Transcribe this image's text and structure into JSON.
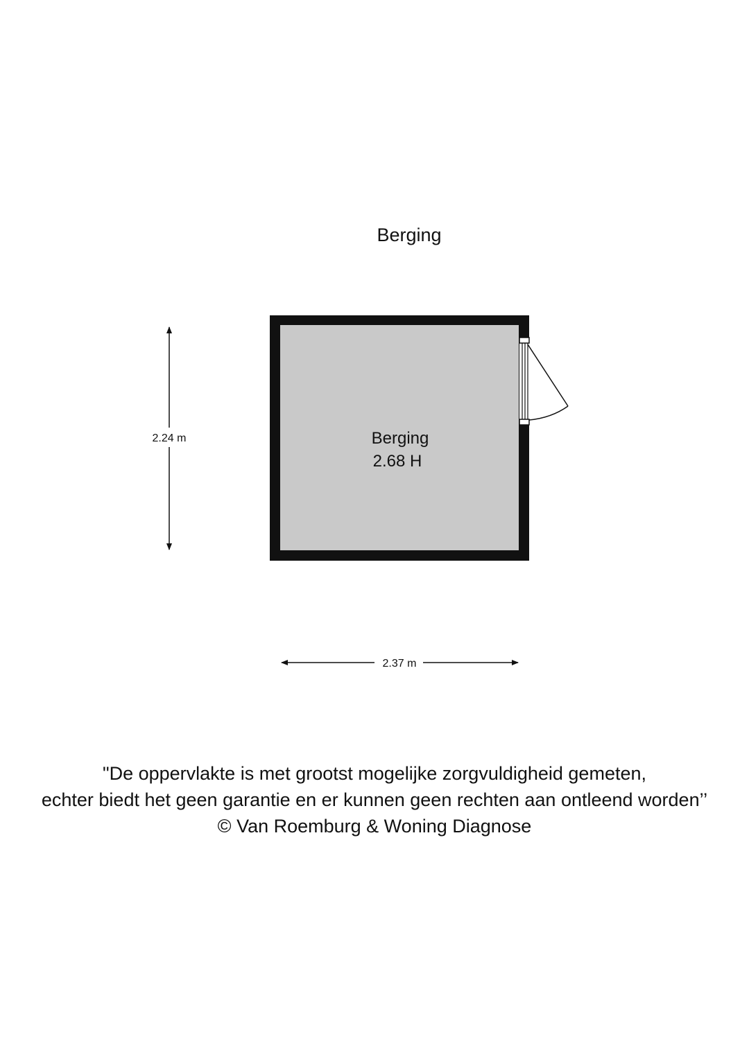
{
  "title": "Berging",
  "room": {
    "name": "Berging",
    "height_label": "2.68 H"
  },
  "dimensions": {
    "vertical": "2.24 m",
    "horizontal": "2.37 m"
  },
  "disclaimer": {
    "line1": "\"De oppervlakte is met grootst mogelijke zorgvuldigheid gemeten,",
    "line2": "echter biedt het geen garantie en er kunnen geen rechten aan ontleend worden’’",
    "copyright": "© Van Roemburg & Woning Diagnose"
  },
  "colors": {
    "wall": "#111111",
    "floor": "#c9c9c9",
    "background": "#ffffff"
  }
}
